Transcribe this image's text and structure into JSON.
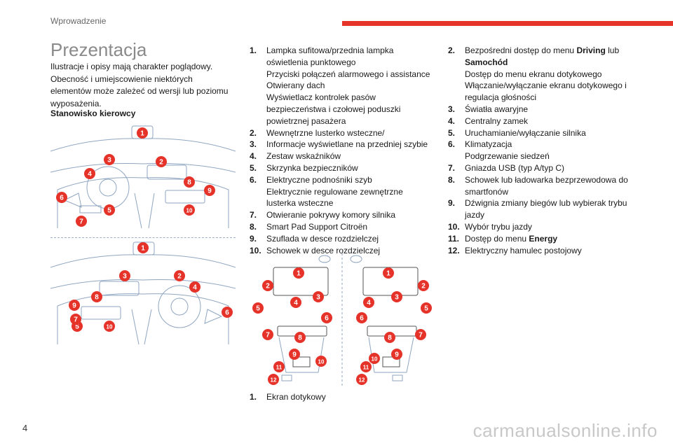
{
  "header": {
    "section": "Wprowadzenie",
    "accent_color": "#e5332a"
  },
  "page_title": "Prezentacja",
  "intro": "Ilustracje i opisy mają charakter poglądowy. Obecność i umiejscowienie niektórych elementów może zależeć od wersji lub poziomu wyposażenia.",
  "subheading": "Stanowisko kierowcy",
  "list1": [
    {
      "n": "1.",
      "t": "Lampka sufitowa/przednia lampka oświetlenia punktowego\nPrzyciski połączeń alarmowego i assistance\nOtwierany dach\nWyświetlacz kontrolek pasów bezpieczeństwa i czołowej poduszki powietrznej pasażera"
    },
    {
      "n": "2.",
      "t": "Wewnętrzne lusterko wsteczne/"
    },
    {
      "n": "3.",
      "t": "Informacje wyświetlane na przedniej szybie"
    },
    {
      "n": "4.",
      "t": "Zestaw wskaźników"
    },
    {
      "n": "5.",
      "t": "Skrzynka bezpieczników"
    },
    {
      "n": "6.",
      "t": "Elektryczne podnośniki szyb\nElektrycznie regulowane zewnętrzne lusterka wsteczne"
    },
    {
      "n": "7.",
      "t": "Otwieranie pokrywy komory silnika"
    },
    {
      "n": "8.",
      "t": "Smart Pad Support Citroën"
    },
    {
      "n": "9.",
      "t": "Szuflada w desce rozdzielczej"
    },
    {
      "n": "10.",
      "t": "Schowek w desce rozdzielczej"
    }
  ],
  "list2": [
    {
      "n": "2.",
      "pre": "Bezpośredni dostęp do menu ",
      "b1": "Driving",
      "mid": " lub ",
      "b2": "Samochód",
      "post": "\nDostęp do menu ekranu dotykowego\nWłączanie/wyłączanie ekranu dotykowego i regulacja głośności"
    },
    {
      "n": "3.",
      "pre": "Światła awaryjne"
    },
    {
      "n": "4.",
      "pre": "Centralny zamek"
    },
    {
      "n": "5.",
      "pre": "Uruchamianie/wyłączanie silnika"
    },
    {
      "n": "6.",
      "pre": "Klimatyzacja\nPodgrzewanie siedzeń"
    },
    {
      "n": "7.",
      "pre": "Gniazda USB (typ A/typ C)"
    },
    {
      "n": "8.",
      "pre": "Schowek lub ładowarka bezprzewodowa do smartfonów"
    },
    {
      "n": "9.",
      "pre": "Dźwignia zmiany biegów lub wybierak trybu jazdy"
    },
    {
      "n": "10.",
      "pre": "Wybór trybu jazdy"
    },
    {
      "n": "11.",
      "pre": "Dostęp do menu ",
      "b1": "Energy"
    },
    {
      "n": "12.",
      "pre": "Elektryczny hamulec postojowy"
    }
  ],
  "list3": [
    {
      "n": "1.",
      "t": "Ekran dotykowy"
    }
  ],
  "figure1_markers": [
    "1",
    "2",
    "3",
    "4",
    "5",
    "6",
    "7",
    "8",
    "9",
    "10"
  ],
  "figure2_markers": [
    "1",
    "2",
    "3",
    "4",
    "5",
    "6",
    "7",
    "8",
    "9",
    "10"
  ],
  "figure3_markers": [
    "1",
    "2",
    "3",
    "4",
    "5",
    "6",
    "7",
    "8",
    "9",
    "10",
    "11",
    "12",
    "1",
    "2",
    "3",
    "4",
    "5",
    "6",
    "7",
    "8",
    "9",
    "10",
    "11",
    "12"
  ],
  "page_number": "4",
  "watermark": "carmanualsonline.info"
}
